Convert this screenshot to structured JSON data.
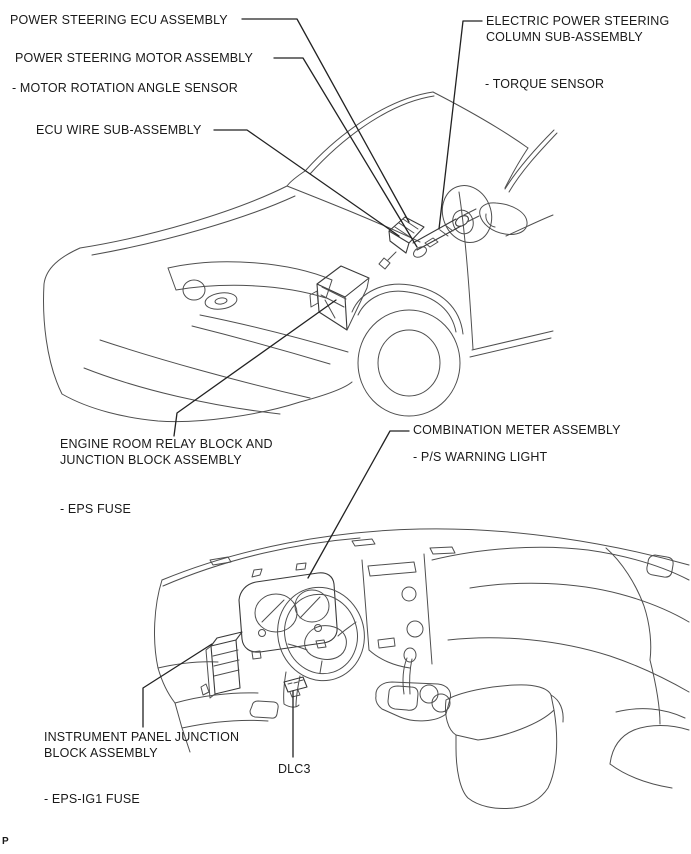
{
  "document": {
    "type": "service-manual-parts-location-diagram",
    "page_marker": "P"
  },
  "colors": {
    "background": "#ffffff",
    "line_art": "#4f4f4f",
    "leader_line": "#222222",
    "label_text": "#1a1a1a"
  },
  "figure_top": {
    "description": "vehicle-front-three-quarter-view",
    "labels": {
      "power_steering_ecu_assembly": "POWER STEERING ECU ASSEMBLY",
      "power_steering_motor_assembly": "POWER STEERING MOTOR ASSEMBLY",
      "motor_rotation_angle_sensor": "- MOTOR ROTATION ANGLE SENSOR",
      "ecu_wire_sub_assembly": "ECU WIRE SUB-ASSEMBLY",
      "electric_power_steering_column_sub_assembly": "ELECTRIC POWER STEERING\nCOLUMN SUB-ASSEMBLY",
      "torque_sensor": "- TORQUE SENSOR",
      "engine_room_relay_block": "ENGINE ROOM RELAY BLOCK AND\nJUNCTION BLOCK ASSEMBLY",
      "eps_fuse": "- EPS FUSE"
    }
  },
  "figure_bottom": {
    "description": "instrument-panel-interior-view",
    "labels": {
      "combination_meter_assembly": "COMBINATION METER ASSEMBLY",
      "ps_warning_light": "- P/S WARNING LIGHT",
      "instrument_panel_junction_block": "INSTRUMENT PANEL JUNCTION\nBLOCK ASSEMBLY",
      "dlc3": "DLC3",
      "eps_ig1_fuse": "- EPS-IG1 FUSE"
    }
  }
}
